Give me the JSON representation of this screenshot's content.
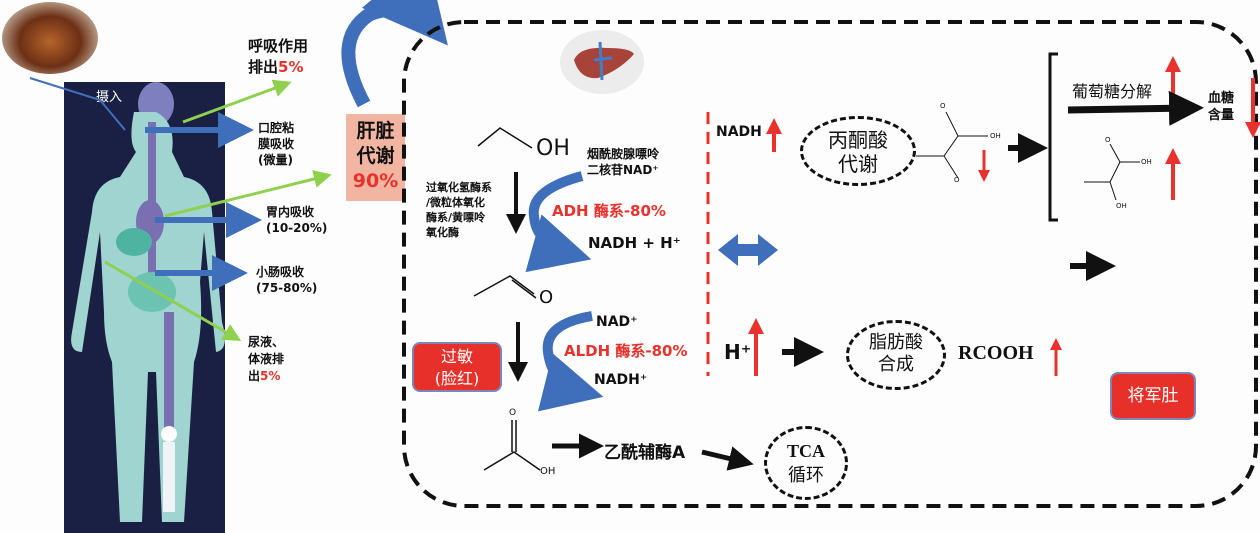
{
  "intake": {
    "label": "摄入"
  },
  "exits": {
    "breath": {
      "line1": "呼吸作用",
      "line2_prefix": "排出",
      "percent": "5%"
    },
    "urine": {
      "line1": "尿液、",
      "line2": "体液排",
      "line3_prefix": "出",
      "percent": "5%"
    }
  },
  "absorption": {
    "oral": {
      "line1": "口腔粘",
      "line2": "膜吸收",
      "line3": "(微量)"
    },
    "stomach": {
      "line1": "胃内吸收",
      "line2": "(10-20%)"
    },
    "intestine": {
      "line1": "小肠吸收",
      "line2": "(75-80%)"
    }
  },
  "liver": {
    "line1": "肝脏",
    "line2": "代谢",
    "percent": "90%"
  },
  "ethanol": {
    "oh": "OH"
  },
  "side_pathway": {
    "lines": [
      "过氧化氢酶系",
      "/微粒体氧化",
      "酶系/黄嘌呤",
      "氧化酶"
    ]
  },
  "adh": {
    "cofactor_line1": "烟酰胺腺嘌呤",
    "cofactor_line2": "二核苷NAD⁺",
    "enzyme": "ADH 酶系-80%",
    "product": "NADH + H⁺"
  },
  "acetaldehyde": {
    "o": "O"
  },
  "aldh": {
    "cofactor": "NAD⁺",
    "enzyme": "ALDH 酶系-80%",
    "product": "NADH⁺"
  },
  "allergy": {
    "line1": "过敏",
    "line2": "(脸红)"
  },
  "acetic_acid": {
    "o": "O",
    "oh": "OH"
  },
  "acetyl_coa": {
    "label": "乙酰辅酶A"
  },
  "tca": {
    "line1": "TCA",
    "line2": "循环"
  },
  "nadh_up": {
    "label": "NADH"
  },
  "pyruvate": {
    "line1": "丙酮酸",
    "line2": "代谢",
    "o1": "O",
    "o2": "O",
    "oh": "OH"
  },
  "glycolysis": {
    "label": "葡萄糖分解"
  },
  "blood_sugar": {
    "line1": "血糖",
    "line2": "含量"
  },
  "lactate": {
    "o": "O",
    "oh1": "OH",
    "oh2": "OH"
  },
  "h_plus": {
    "label": "H⁺"
  },
  "fatty_acid": {
    "line1": "脂肪酸",
    "line2": "合成",
    "product": "RCOOH"
  },
  "beer_belly": {
    "label": "将军肚"
  },
  "colors": {
    "red": "#e8322d",
    "blue": "#3f6fba",
    "green": "#8fd04e",
    "panel": "#1a2044",
    "liver_box": "#f2b5a2"
  }
}
